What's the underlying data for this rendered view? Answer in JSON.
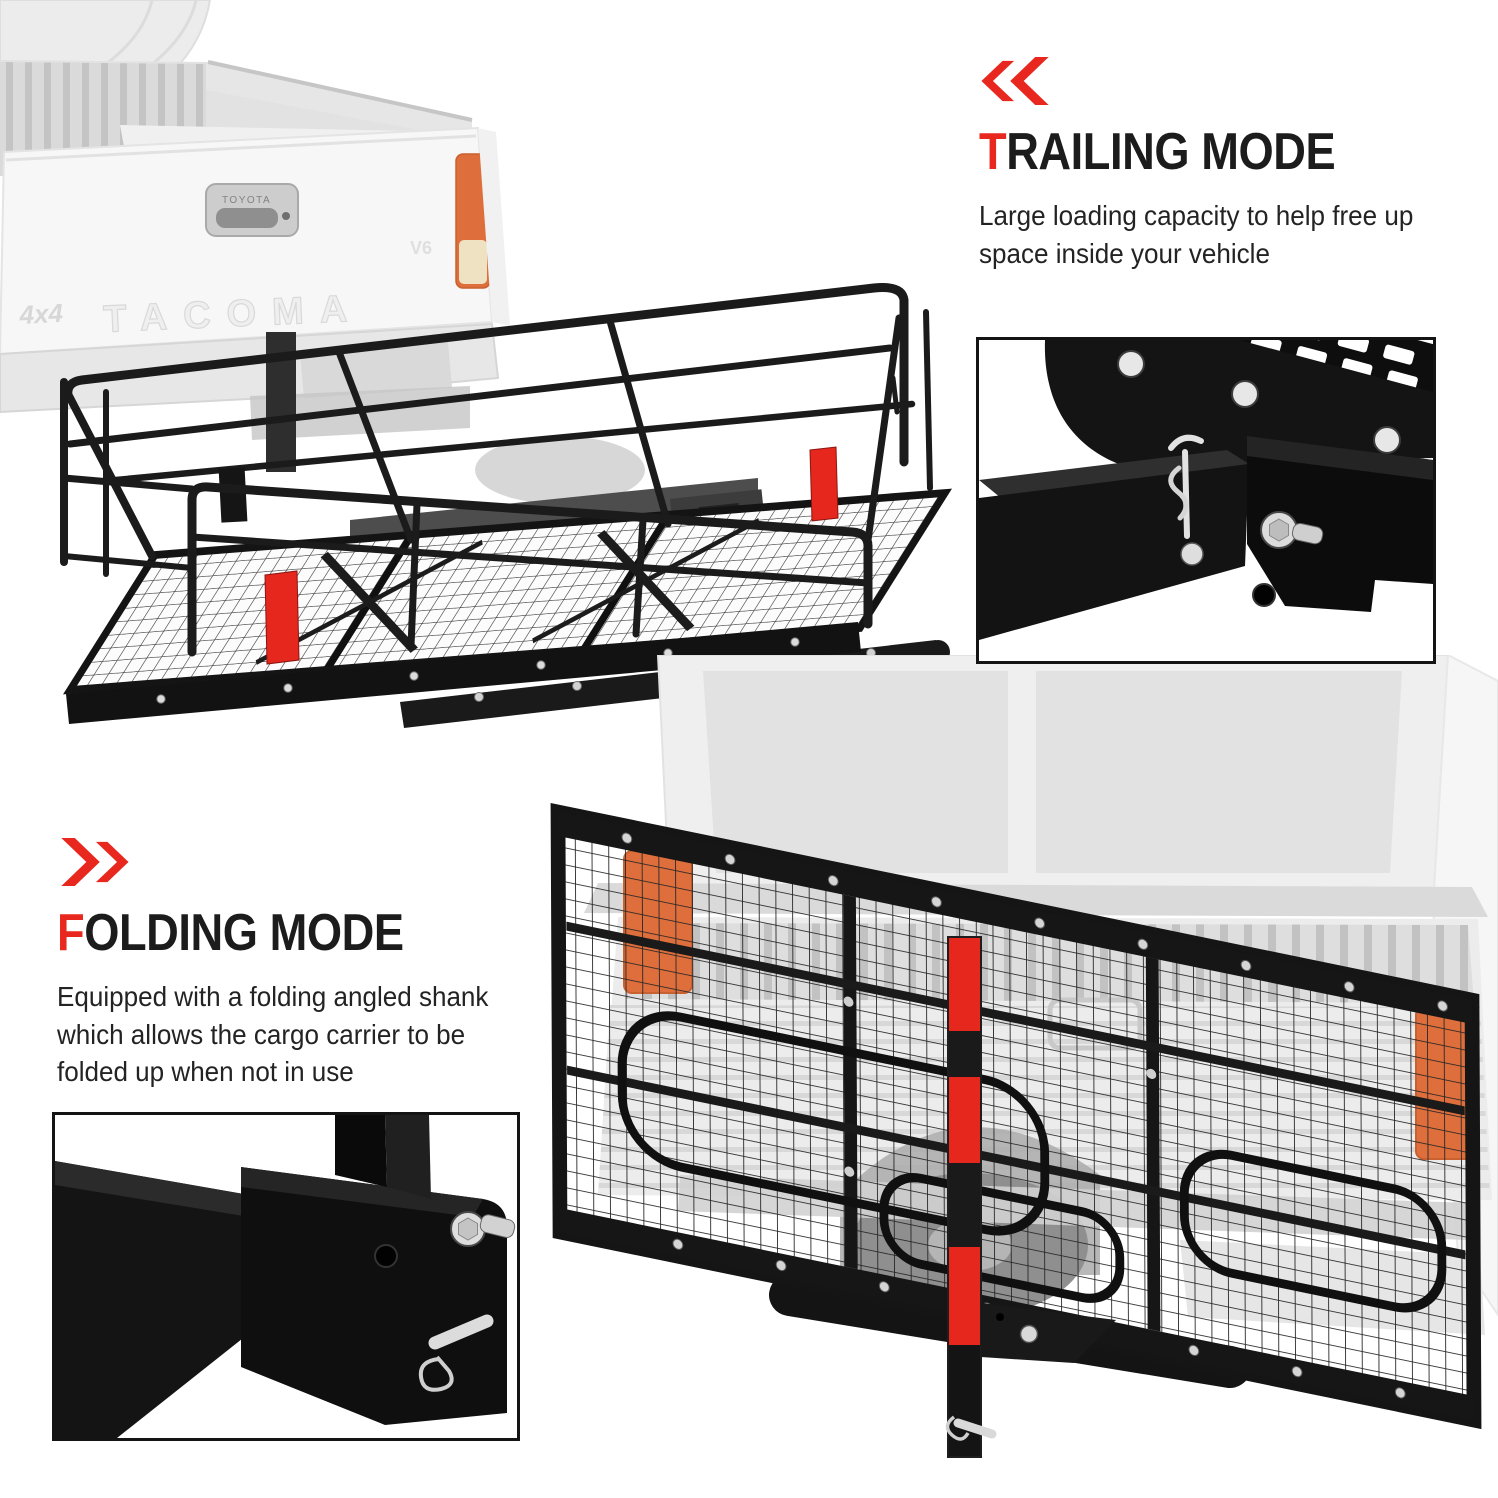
{
  "colors": {
    "accent_red": "#e8281e",
    "reflector_red": "#e5271d",
    "taillight_orange": "#de6f3c",
    "frame_black": "#181818",
    "title_black": "#1c1c1c",
    "body_text": "#232323",
    "background": "#ffffff"
  },
  "trailing_section": {
    "icon": "double-chevron-left",
    "title_lead": "T",
    "title_rest": "RAILING MODE",
    "description": "Large loading capacity to help free up space inside your vehicle"
  },
  "folding_section": {
    "icon": "double-chevron-right",
    "title_lead": "F",
    "title_rest": "OLDING MODE",
    "description": "Equipped with a folding angled shank which allows the cargo carrier to be folded up when not in use"
  },
  "photos": {
    "trailing_scene": "Hitch-mounted cargo basket attached behind white pickup truck",
    "trailing_detail": "Hitch receiver tube secured with pin, clip and bolt",
    "folding_scene": "Cargo carrier folded upright behind pickup truck tailgate",
    "folding_detail": "Folding angled shank joint with bolt, pin and R-clip"
  },
  "truck_badges": {
    "handle_logo": "TOYOTA",
    "model_embossed": "TACOMA",
    "badge_4x4": "4x4",
    "badge_v6": "V6"
  }
}
